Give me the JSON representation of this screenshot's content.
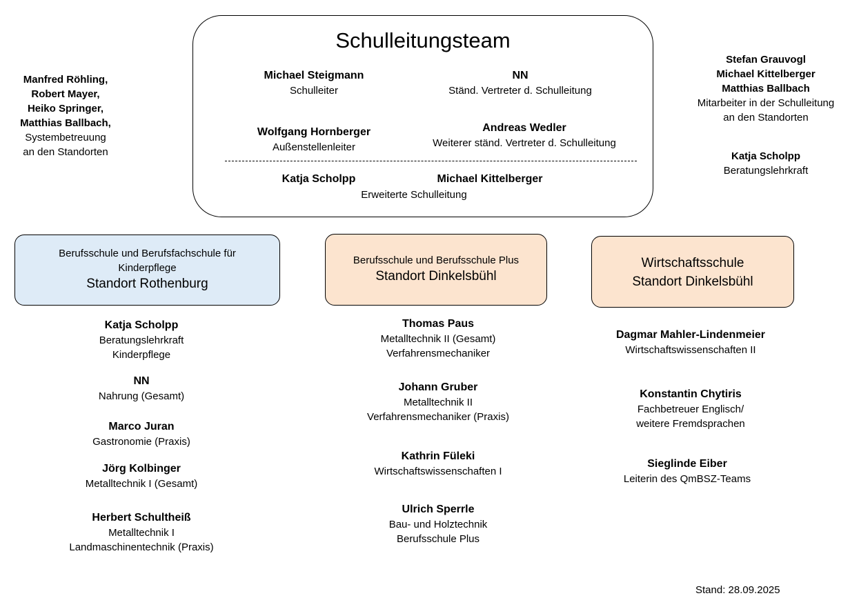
{
  "top_box": {
    "title": "Schulleitungsteam",
    "steigmann": {
      "name": "Michael Steigmann",
      "role": "Schulleiter"
    },
    "nn": {
      "name": "NN",
      "role": "Ständ. Vertreter d. Schulleitung"
    },
    "hornberger": {
      "name": "Wolfgang Hornberger",
      "role": "Außenstellenleiter"
    },
    "wedler": {
      "name": "Andreas Wedler",
      "role": "Weiterer ständ. Vertreter d. Schulleitung"
    },
    "ext_name_1": "Katja Scholpp",
    "ext_name_2": "Michael Kittelberger",
    "ext_role": "Erweiterte Schulleitung"
  },
  "left_side": {
    "names": [
      "Manfred Röhling,",
      "Robert Mayer,",
      "Heiko Springer,",
      "Matthias Ballbach,"
    ],
    "role": [
      "Systembetreuung",
      "an den Standorten"
    ]
  },
  "right_side": {
    "names": [
      "Stefan Grauvogl",
      "Michael Kittelberger",
      "Matthias Ballbach"
    ],
    "role": [
      "Mitarbeiter in der Schulleitung",
      "an den Standorten"
    ],
    "counselor_name": "Katja Scholpp",
    "counselor_role": "Beratungslehrkraft"
  },
  "units": [
    {
      "subtitle": [
        "Berufsschule und Berufsfachschule für",
        "Kinderpflege"
      ],
      "title": "Standort Rothenburg",
      "fill": "#deebf7",
      "people": [
        {
          "name": "Katja Scholpp",
          "roles": [
            "Beratungslehrkraft",
            "Kinderpflege"
          ]
        },
        {
          "name": "NN",
          "roles": [
            "Nahrung (Gesamt)"
          ]
        },
        {
          "name": "Marco Juran",
          "roles": [
            "Gastronomie (Praxis)"
          ]
        },
        {
          "name": "Jörg Kolbinger",
          "roles": [
            "Metalltechnik I (Gesamt)"
          ]
        },
        {
          "name": "Herbert Schultheiß",
          "roles": [
            "Metalltechnik I",
            "Landmaschinentechnik (Praxis)"
          ]
        }
      ]
    },
    {
      "subtitle": [
        "Berufsschule und Berufsschule Plus"
      ],
      "title": "Standort Dinkelsbühl",
      "fill": "#fce4cf",
      "people": [
        {
          "name": "Thomas Paus",
          "roles": [
            "Metalltechnik II (Gesamt)",
            "Verfahrensmechaniker"
          ]
        },
        {
          "name": "Johann Gruber",
          "roles": [
            "Metalltechnik II",
            "Verfahrensmechaniker (Praxis)"
          ]
        },
        {
          "name": "Kathrin Füleki",
          "roles": [
            "Wirtschaftswissenschaften I"
          ]
        },
        {
          "name": "Ulrich Sperrle",
          "roles": [
            "Bau- und Holztechnik",
            "Berufsschule Plus"
          ]
        }
      ]
    },
    {
      "subtitle": [
        "Wirtschaftsschule"
      ],
      "title": "Standort Dinkelsbühl",
      "fill": "#fce4cf",
      "people": [
        {
          "name": "Dagmar Mahler-Lindenmeier",
          "roles": [
            "Wirtschaftswissenschaften II"
          ]
        },
        {
          "name": "Konstantin Chytiris",
          "roles": [
            "Fachbetreuer Englisch/",
            "weitere Fremdsprachen"
          ]
        },
        {
          "name": "Sieglinde Eiber",
          "roles": [
            "Leiterin des QmBSZ-Teams"
          ]
        }
      ]
    }
  ],
  "footer": {
    "stand": "Stand: 28.09.2025"
  }
}
